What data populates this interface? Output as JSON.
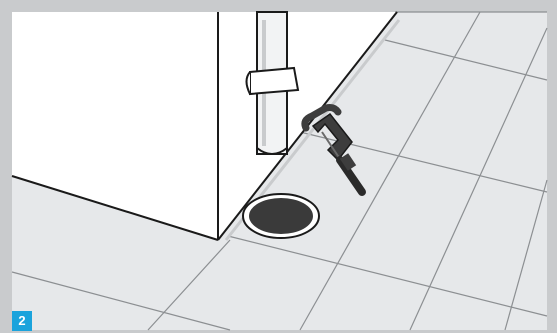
{
  "step": {
    "number": "2"
  },
  "colors": {
    "floor": "#e6e8ea",
    "wall": "#ffffff",
    "line": "#1a1a1a",
    "tile_line": "#8c8f92",
    "drain": "#3a3a3a",
    "clamp": "#3d3d3d",
    "badge": "#1aa3dc",
    "frame": "#c9cbcd"
  },
  "icons": {
    "pipe": "vertical-drain-pipe",
    "clamp": "c-clamp-tool",
    "drain": "floor-drain"
  }
}
